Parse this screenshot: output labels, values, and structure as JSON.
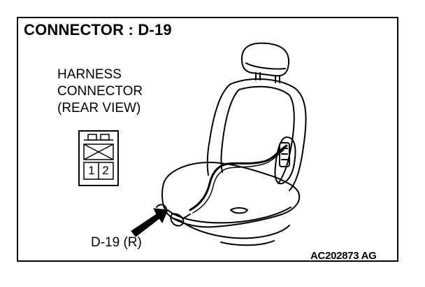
{
  "header": {
    "title": "CONNECTOR : D-19"
  },
  "harness": {
    "line1": "HARNESS",
    "line2": "CONNECTOR",
    "line3": "(REAR VIEW)"
  },
  "connector": {
    "pins": [
      "1",
      "2"
    ]
  },
  "callout": {
    "label": "D-19 (R)"
  },
  "footer": {
    "code": "AC202873 AG"
  }
}
